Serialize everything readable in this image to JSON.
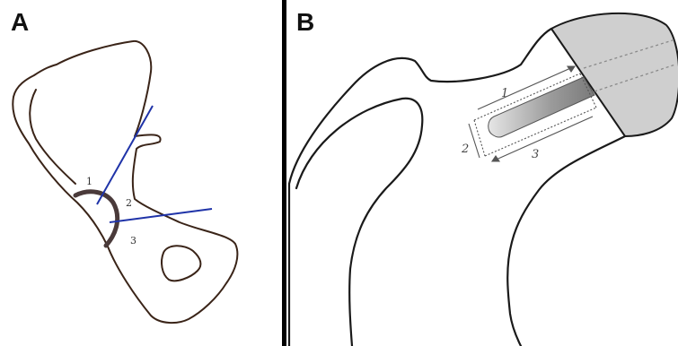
{
  "panels": {
    "a": {
      "letter": "A",
      "labels": [
        "1",
        "2",
        "3"
      ]
    },
    "b": {
      "letter": "B",
      "labels": [
        "1",
        "2",
        "3"
      ]
    }
  },
  "colors": {
    "outline": "#3a2418",
    "cut_lines": "#1f33a8",
    "acetabulum_arc": "#4a3a3a",
    "divider": "#000000",
    "femoral_head_fill": "#cfcfcf"
  }
}
